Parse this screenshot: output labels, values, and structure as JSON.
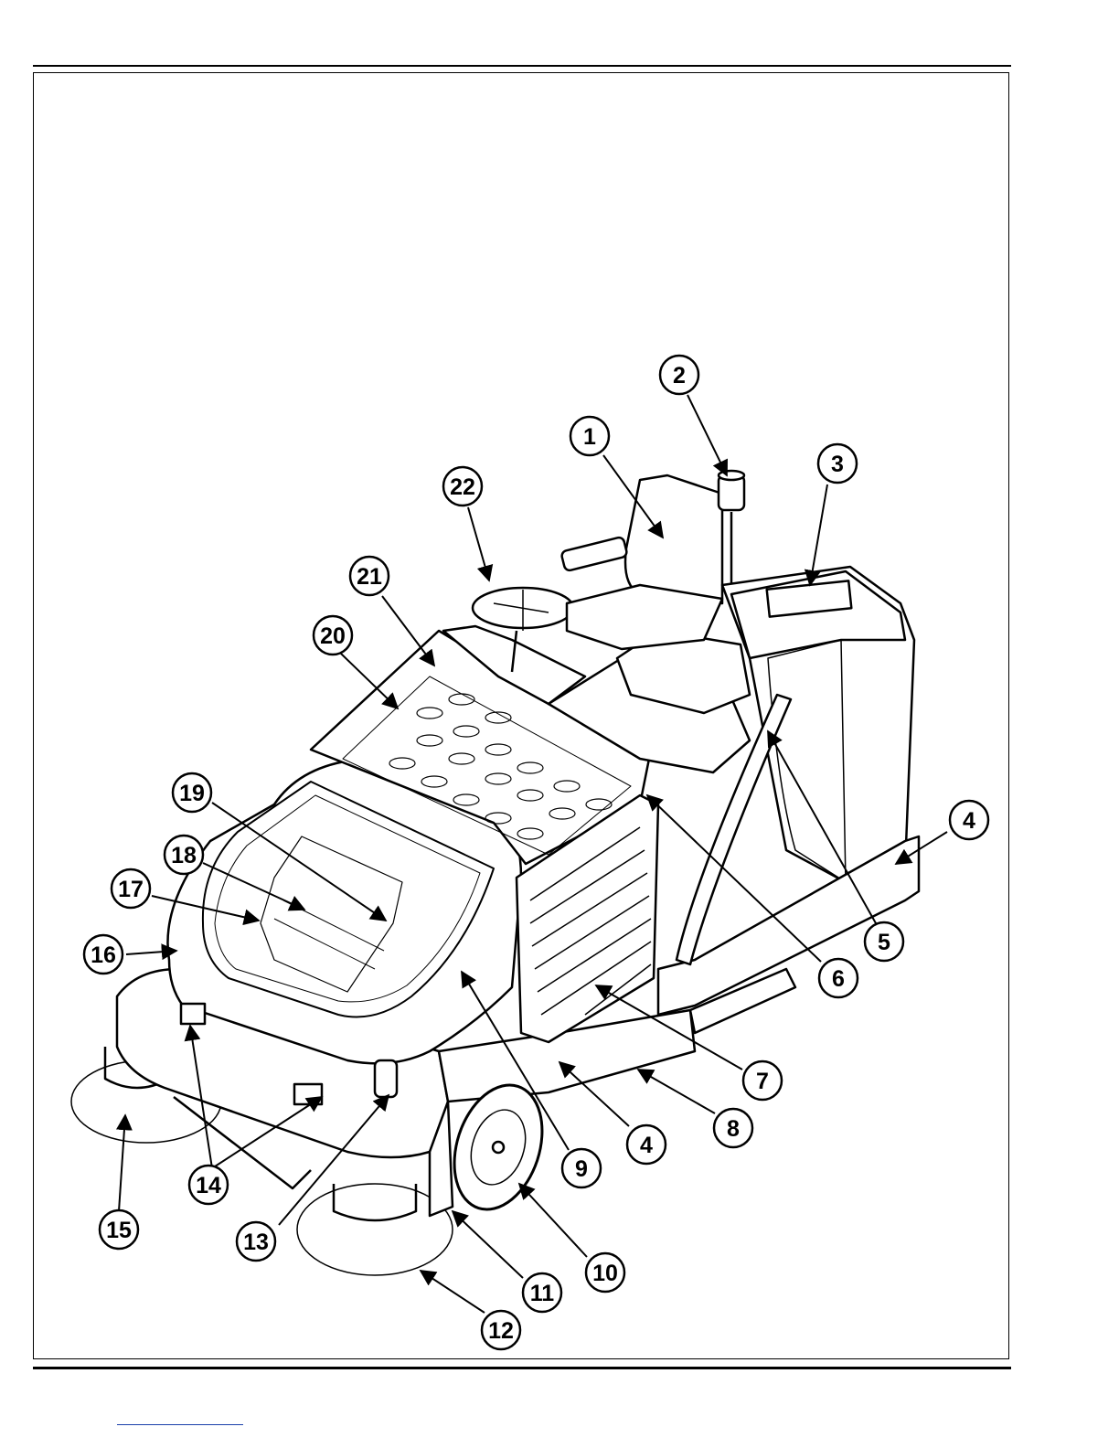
{
  "callouts": [
    {
      "label": "1"
    },
    {
      "label": "2"
    },
    {
      "label": "3"
    },
    {
      "label": "4"
    },
    {
      "label": "5"
    },
    {
      "label": "6"
    },
    {
      "label": "7"
    },
    {
      "label": "8"
    },
    {
      "label": "9"
    },
    {
      "label": "4"
    },
    {
      "label": "10"
    },
    {
      "label": "11"
    },
    {
      "label": "12"
    },
    {
      "label": "13"
    },
    {
      "label": "14"
    },
    {
      "label": "15"
    },
    {
      "label": "16"
    },
    {
      "label": "17"
    },
    {
      "label": "18"
    },
    {
      "label": "19"
    },
    {
      "label": "20"
    },
    {
      "label": "21"
    },
    {
      "label": "22"
    }
  ]
}
